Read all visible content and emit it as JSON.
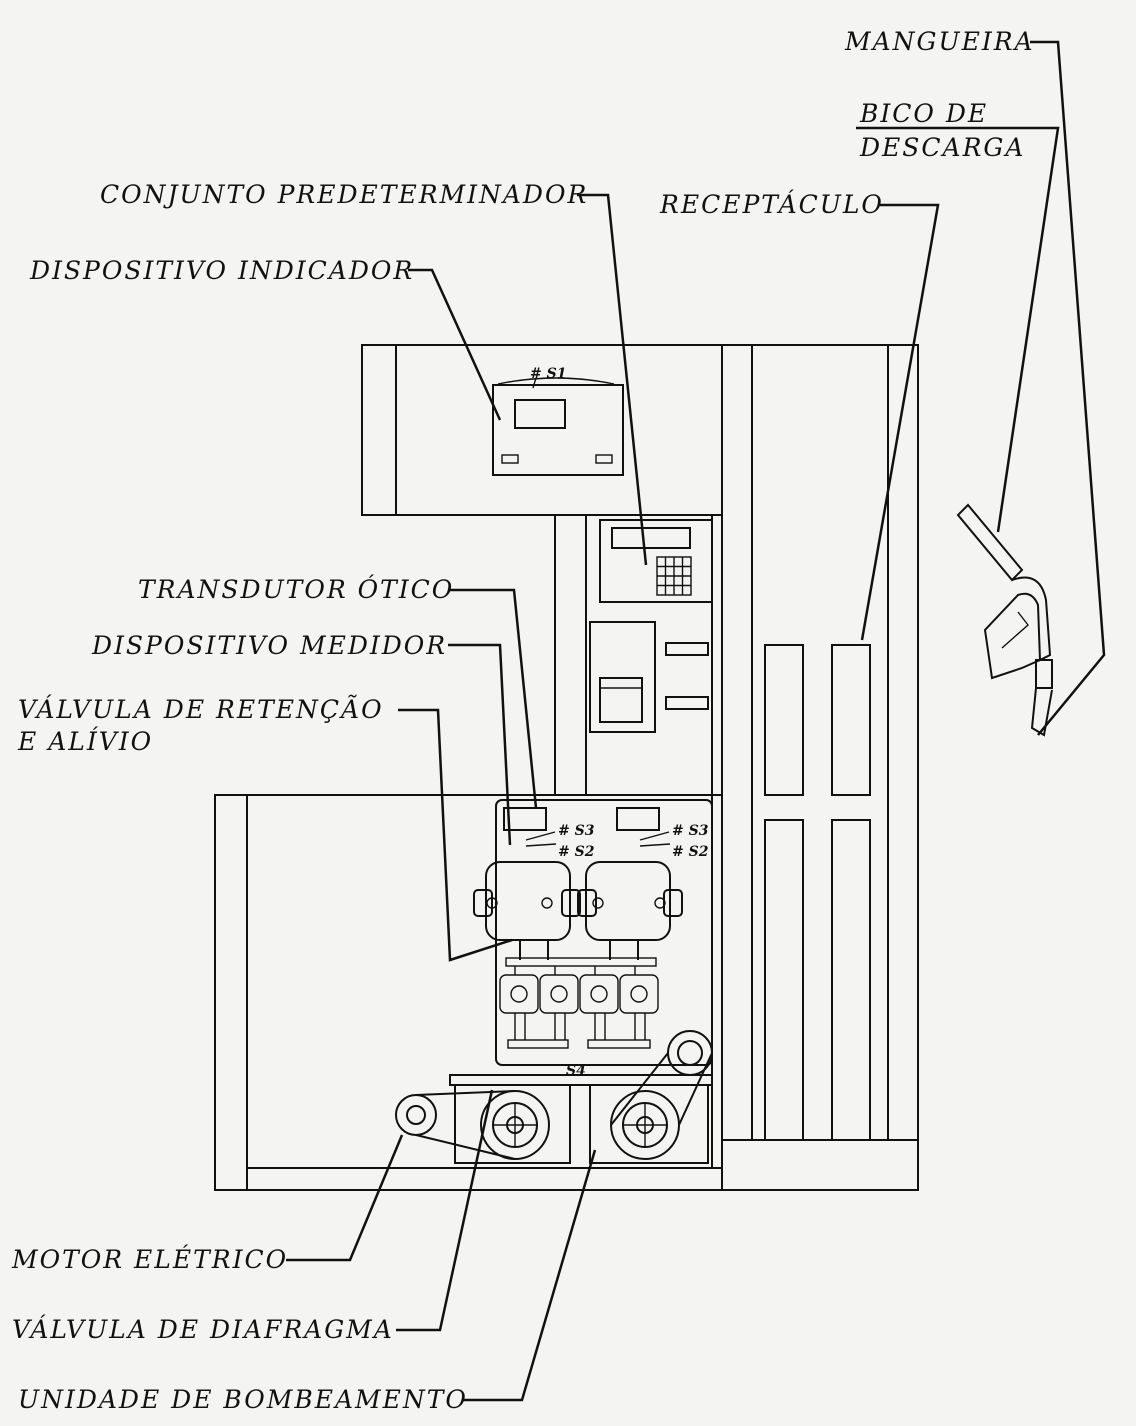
{
  "labels": {
    "mangueira": "MANGUEIRA",
    "bico_line1": "BICO DE",
    "bico_line2": "DESCARGA",
    "conjunto_predeterminador": "CONJUNTO PREDETERMINADOR",
    "receptaculo": "RECEPTÁCULO",
    "dispositivo_indicador": "DISPOSITIVO INDICADOR",
    "transdutor_otico": "TRANSDUTOR ÓTICO",
    "dispositivo_medidor": "DISPOSITIVO MEDIDOR",
    "valvula_retencao_line1": "VÁLVULA DE RETENÇÃO",
    "valvula_retencao_line2": "E ALÍVIO",
    "motor_eletrico": "MOTOR ELÉTRICO",
    "valvula_diafragma": "VÁLVULA DE DIAFRAGMA",
    "unidade_bombeamento": "UNIDADE DE BOMBEAMENTO"
  },
  "seals": {
    "s1": "# S1",
    "s3_left": "# S3",
    "s2_left": "# S2",
    "s3_right": "# S3",
    "s2_right": "# S2",
    "s4": "S4"
  }
}
